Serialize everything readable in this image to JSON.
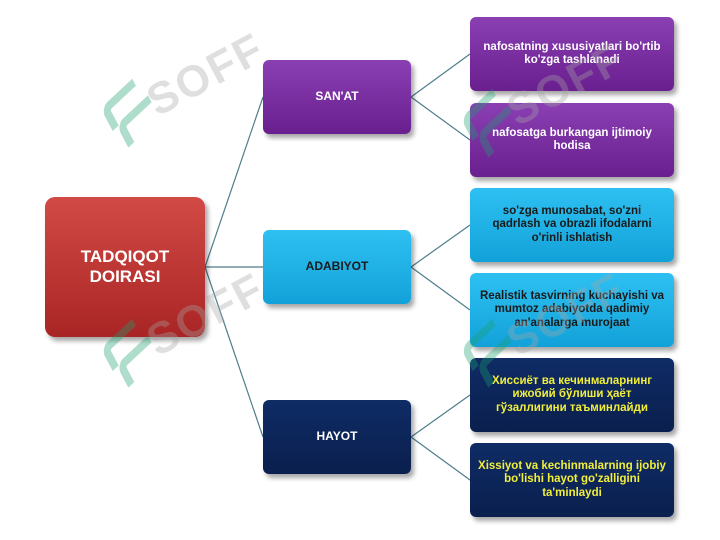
{
  "root": {
    "label": "TADQIQOT DOIRASI"
  },
  "branches": [
    {
      "label": "SAN'AT",
      "children": [
        "nafosatning xususiyatlari bo'rtib ko'zga tashlanadi",
        "nafosatga burkangan ijtimoiy hodisa"
      ]
    },
    {
      "label": "ADABIYOT",
      "children": [
        "so'zga munosabat, so'zni qadrlash va obrazli ifodalarni o'rinli ishlatish",
        "Realistik tasvirning kuchayishi va mumtoz adabiyotda qadimiy an'analarga murojaat"
      ]
    },
    {
      "label": "HAYOT",
      "children": [
        "Хиссиёт ва кечинмаларнинг ижобий бўлиши ҳаёт гўзаллигини таъминлайди",
        "Xissiyot va kechinmalarning ijobiy bo'lishi hayot go'zalligini ta'minlaydi"
      ]
    }
  ],
  "watermark": {
    "text": "SOFF"
  },
  "colors": {
    "root": "#b83232",
    "sanat": "#7b2fa3",
    "adabiyot": "#1fb2e8",
    "hayot": "#0b2457",
    "hayot_text": "#f2ee3a",
    "connector": "#4f7e8c"
  }
}
